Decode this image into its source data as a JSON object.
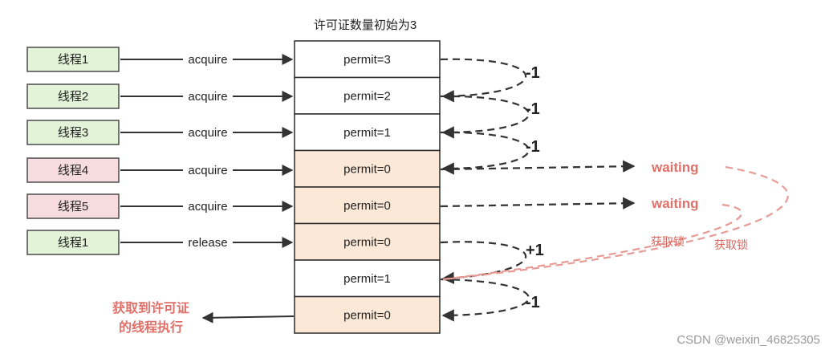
{
  "title": "许可证数量初始为3",
  "threads": [
    {
      "label": "线程1",
      "action": "acquire",
      "state": "granted"
    },
    {
      "label": "线程2",
      "action": "acquire",
      "state": "granted"
    },
    {
      "label": "线程3",
      "action": "acquire",
      "state": "granted"
    },
    {
      "label": "线程4",
      "action": "acquire",
      "state": "blocked"
    },
    {
      "label": "线程5",
      "action": "acquire",
      "state": "blocked"
    },
    {
      "label": "线程1",
      "action": "release",
      "state": "granted"
    }
  ],
  "permits": [
    {
      "label": "permit=3",
      "shaded": false
    },
    {
      "label": "permit=2",
      "shaded": false
    },
    {
      "label": "permit=1",
      "shaded": false
    },
    {
      "label": "permit=0",
      "shaded": true
    },
    {
      "label": "permit=0",
      "shaded": true
    },
    {
      "label": "permit=0",
      "shaded": true
    },
    {
      "label": "permit=1",
      "shaded": false
    },
    {
      "label": "permit=0",
      "shaded": true
    }
  ],
  "deltas": [
    "-1",
    "-1",
    "-1",
    "+1",
    "-1"
  ],
  "waiting_labels": [
    "waiting",
    "waiting"
  ],
  "acquire_lock_labels": [
    "获取锁",
    "获取锁"
  ],
  "result_label_lines": [
    "获取到许可证",
    "的线程执行"
  ],
  "watermark": "CSDN @weixin_46825305",
  "colors": {
    "granted_fill": "#e3f3d8",
    "blocked_fill": "#f6dcdf",
    "permit_fill": "#ffffff",
    "permit_shaded_fill": "#fbe8d7",
    "accent_red": "#e0706a",
    "arrow": "#333333"
  }
}
